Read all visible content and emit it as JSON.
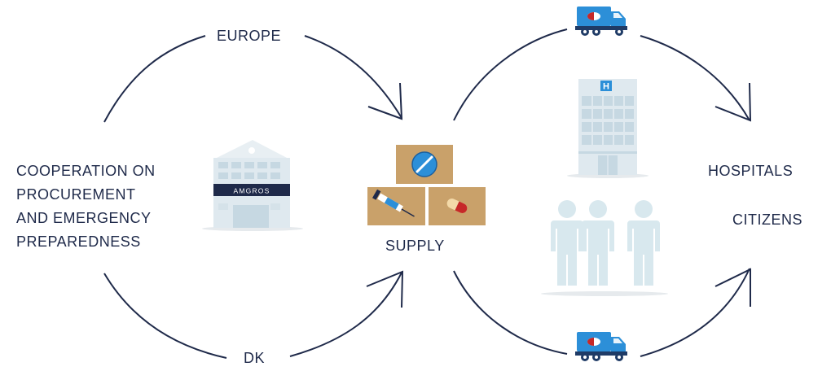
{
  "labels": {
    "europe": "EUROPE",
    "dk": "DK",
    "supply": "SUPPLY",
    "hospitals": "HOSPITALS",
    "citizens": "CITIZENS",
    "cooperation": [
      "COOPERATION ON",
      "PROCUREMENT",
      "AND EMERGENCY",
      "PREPAREDNESS"
    ]
  },
  "building_sign": "AMGROS",
  "hospital_sign": "H",
  "icons": [
    "amgros-building-icon",
    "medicine-boxes-icon",
    "hospital-building-icon",
    "people-icon",
    "truck-icon"
  ],
  "colors": {
    "navy": "#1f2a4a",
    "building": "#dfe9ef",
    "window": "#c6d8e2",
    "box": "#c9a16a",
    "truck_blue": "#2c8fd8",
    "people": "#d8e8ee",
    "shadow": "#e6eaed"
  }
}
